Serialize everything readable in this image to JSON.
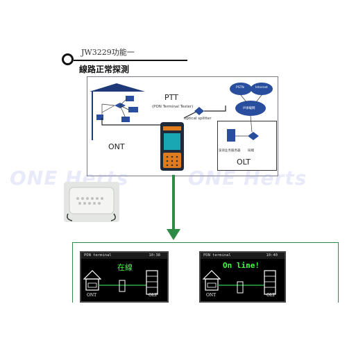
{
  "heading": {
    "line1": "JW3229功能一",
    "line2": "線路正常探測"
  },
  "diagram": {
    "ptt_label": "PTT",
    "ptt_sublabel": "(PON Terminal Tester)",
    "splitter_label": "optical splitter",
    "ont_label": "ONT",
    "olt_label": "OLT",
    "cloud_pstn": "PSTN",
    "cloud_internet": "Internet",
    "cloud_ip": "IP承载网",
    "olt_server_label": "波语业务服务器",
    "olt_switch_label": "局端"
  },
  "watermark": {
    "text": "ONE Herts"
  },
  "screens": {
    "left": {
      "title": "PON terminal",
      "time": "10:38",
      "status": "在線",
      "ont": "ONT",
      "olt": "OLT"
    },
    "right": {
      "title": "PON terminal",
      "time": "10:40",
      "status": "On line!",
      "ont": "ONT",
      "olt": "OLT"
    }
  },
  "colors": {
    "arrow": "#2e8b45",
    "online_text": "#41ff41",
    "house_line": "#2aa845",
    "frame": "#7a7a8a"
  }
}
